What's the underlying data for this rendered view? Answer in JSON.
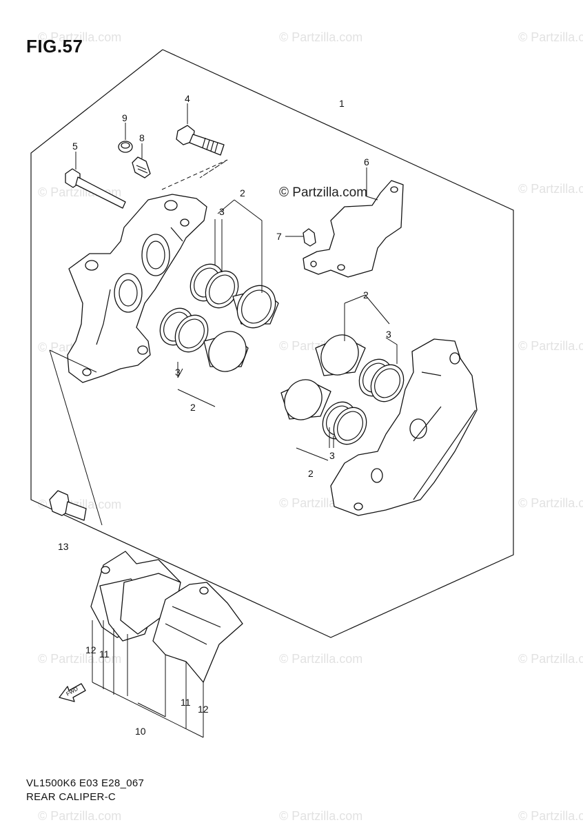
{
  "figure": {
    "title": "FIG.57"
  },
  "footer": {
    "code": "VL1500K6 E03 E28_067",
    "name": "REAR CALIPER-C"
  },
  "watermark": {
    "text": "© Partzilla.com",
    "main_text": "© Partzilla.com"
  },
  "callouts": {
    "c1": "1",
    "c2a": "2",
    "c2b": "2",
    "c2c": "2",
    "c2d": "2",
    "c3a": "3",
    "c3b": "3",
    "c3c": "3",
    "c3d": "3",
    "c4": "4",
    "c5": "5",
    "c6": "6",
    "c7": "7",
    "c8": "8",
    "c9": "9",
    "c10": "10",
    "c11a": "11",
    "c11b": "11",
    "c12a": "12",
    "c12b": "12",
    "c13": "13"
  },
  "direction_arrow": {
    "label": "FWD",
    "icon": "forward-arrow-icon"
  }
}
